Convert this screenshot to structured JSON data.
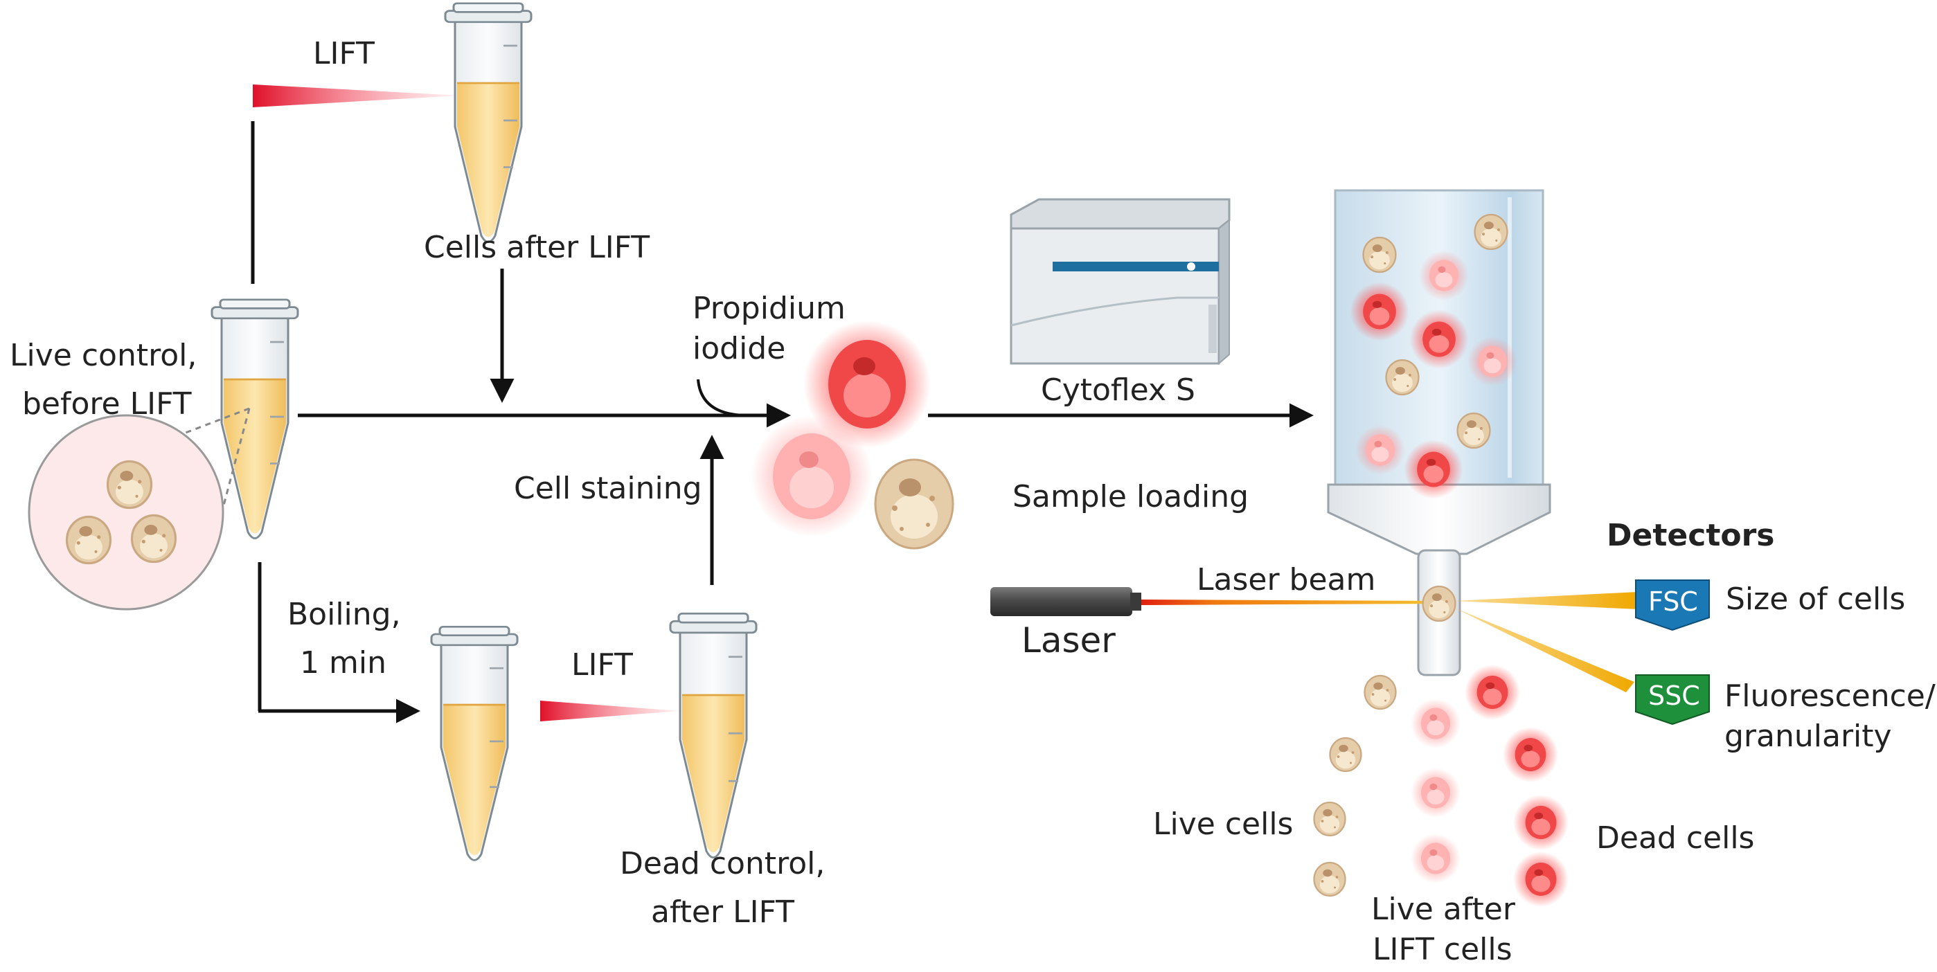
{
  "labels": {
    "lift_top": "LIFT",
    "cells_after_lift": "Cells after LIFT",
    "live_control_1": "Live control,",
    "live_control_2": "before LIFT",
    "propidium_1": "Propidium",
    "propidium_2": "iodide",
    "cell_staining": "Cell staining",
    "boiling_1": "Boiling,",
    "boiling_2": "1 min",
    "lift_bottom": "LIFT",
    "dead_control_1": "Dead control,",
    "dead_control_2": "after LIFT",
    "cytoflex": "Cytoflex S",
    "sample_loading": "Sample loading",
    "detectors": "Detectors",
    "laser_beam": "Laser beam",
    "laser": "Laser",
    "size_of_cells": "Size of cells",
    "fluorescence_1": "Fluorescence/",
    "fluorescence_2": "granularity",
    "live_cells": "Live cells",
    "dead_cells": "Dead cells",
    "live_after_1": "Live after",
    "live_after_2": "LIFT cells"
  },
  "detectors": {
    "fsc": "FSC",
    "ssc": "SSC"
  },
  "colors": {
    "fsc": "#1a78b4",
    "ssc": "#1e8f3a",
    "laser_beam": "#e8a015",
    "lift_laser": "#e0102a",
    "dead_cell": "#f03a3a",
    "live_cell": "#e9d1b0",
    "medium": "#f8d88a"
  }
}
